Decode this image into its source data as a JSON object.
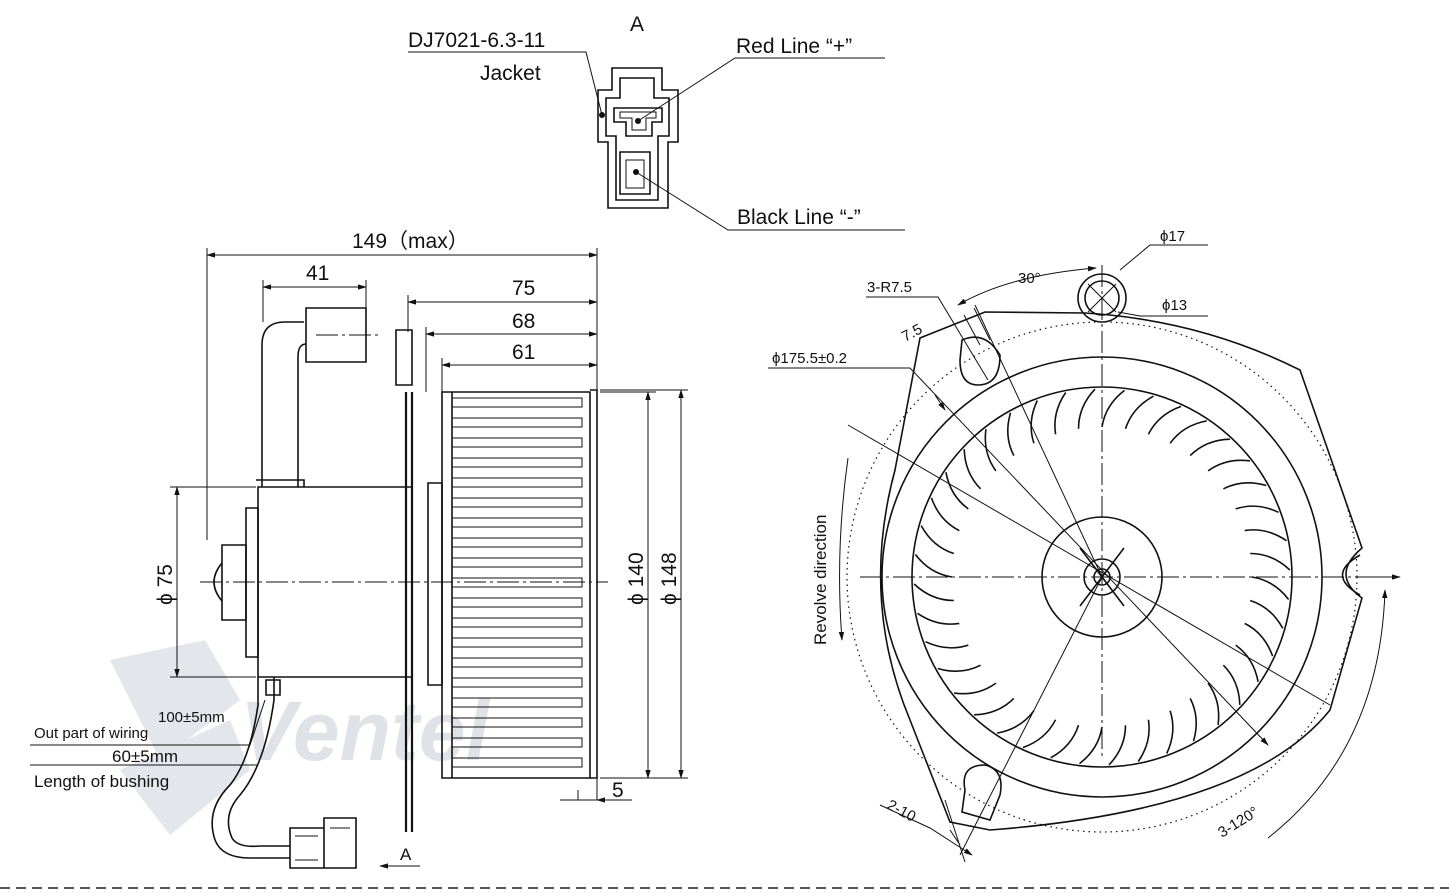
{
  "connector": {
    "view_label": "A",
    "part_number": "DJ7021-6.3-11",
    "jacket_label": "Jacket",
    "red_line_label": "Red Line “+”",
    "black_line_label": "Black Line “-”"
  },
  "side_view": {
    "overall_length": "149（max）",
    "dim_41": "41",
    "dim_75": "75",
    "dim_68": "68",
    "dim_61": "61",
    "dim_5": "5",
    "motor_diameter": "ϕ 75",
    "wheel_diameter": "ϕ 140",
    "flange_diameter": "ϕ 148",
    "wiring_length": "100±5mm",
    "wiring_label": "Out part of wiring",
    "bushing_length": "60±5mm",
    "bushing_label": "Length of bushing",
    "view_arrow_label": "A"
  },
  "front_view": {
    "bolt_circle": "ϕ175.5±0.2",
    "slot_radius": "3-R7.5",
    "slot_width": "7.5",
    "angle_30": "30°",
    "dia_17": "ϕ17",
    "dia_13": "ϕ13",
    "revolve_label": "Revolve direction",
    "slot_depth": "2-10",
    "angle_120": "3-120°"
  },
  "watermark": "Ventel"
}
